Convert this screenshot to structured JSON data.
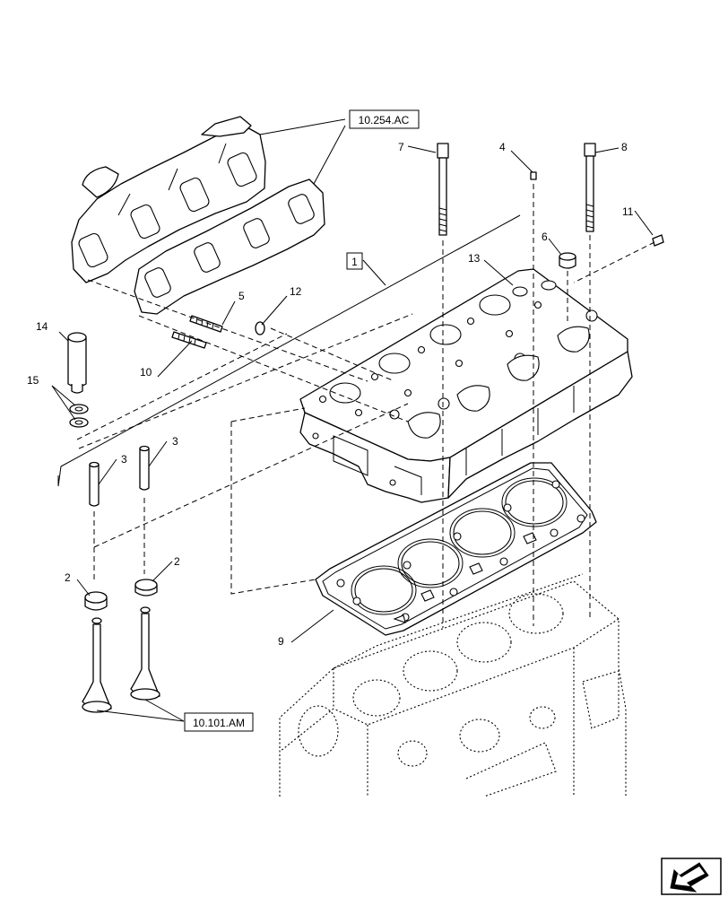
{
  "references": {
    "exhaust_manifold": "10.254.AC",
    "cylinder_head_group": "1",
    "valves": "10.101.AM"
  },
  "callouts": {
    "c2a": "2",
    "c2b": "2",
    "c3a": "3",
    "c3b": "3",
    "c4": "4",
    "c5": "5",
    "c6": "6",
    "c7": "7",
    "c8": "8",
    "c9": "9",
    "c10": "10",
    "c11": "11",
    "c12": "12",
    "c13": "13",
    "c14": "14",
    "c15": "15"
  },
  "icons": {
    "navigation": "next-page-arrow-icon"
  }
}
